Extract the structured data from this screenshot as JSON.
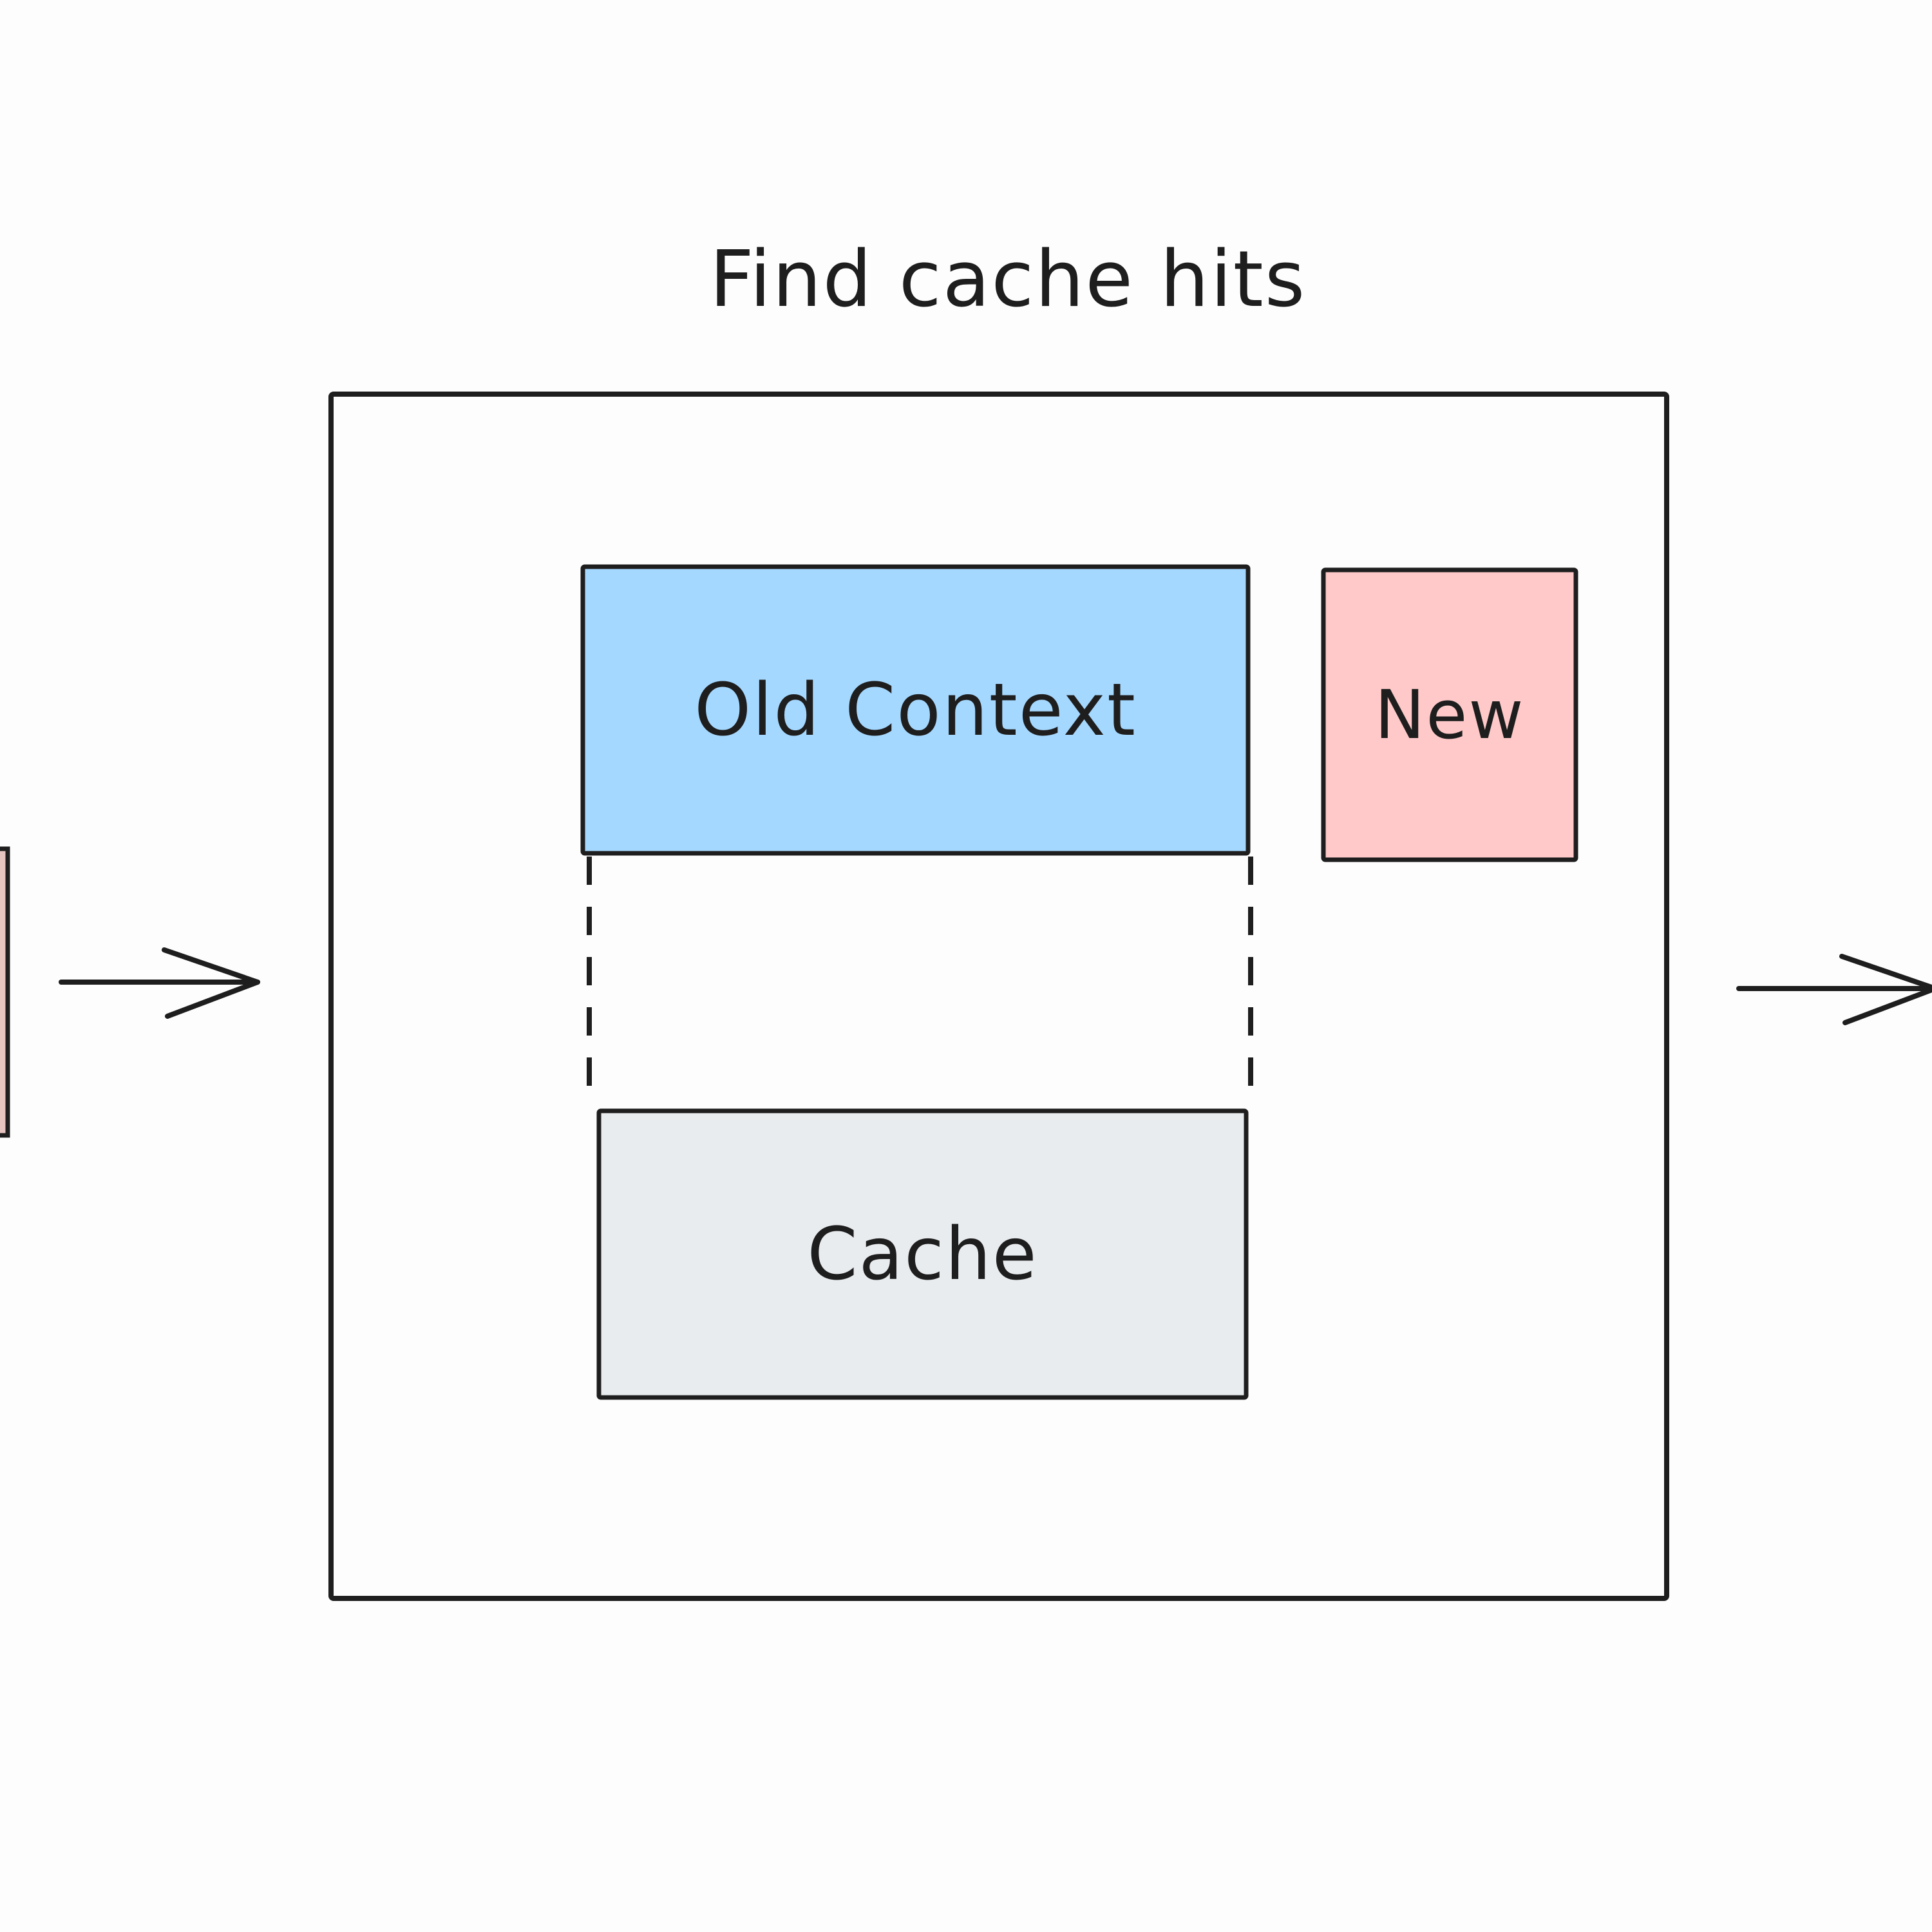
{
  "diagram": {
    "title": "Find cache hits",
    "nodes": {
      "old_context": {
        "label": "Old Context",
        "fill": "#a5d8ff"
      },
      "new": {
        "label": "New",
        "fill": "#ffc9c9"
      },
      "cache": {
        "label": "Cache",
        "fill": "#e9ecef"
      },
      "left_partial": {
        "fill": "#e6c4c0"
      }
    },
    "colors": {
      "stroke": "#1e1e1e",
      "background": "#fdfdfd"
    }
  }
}
